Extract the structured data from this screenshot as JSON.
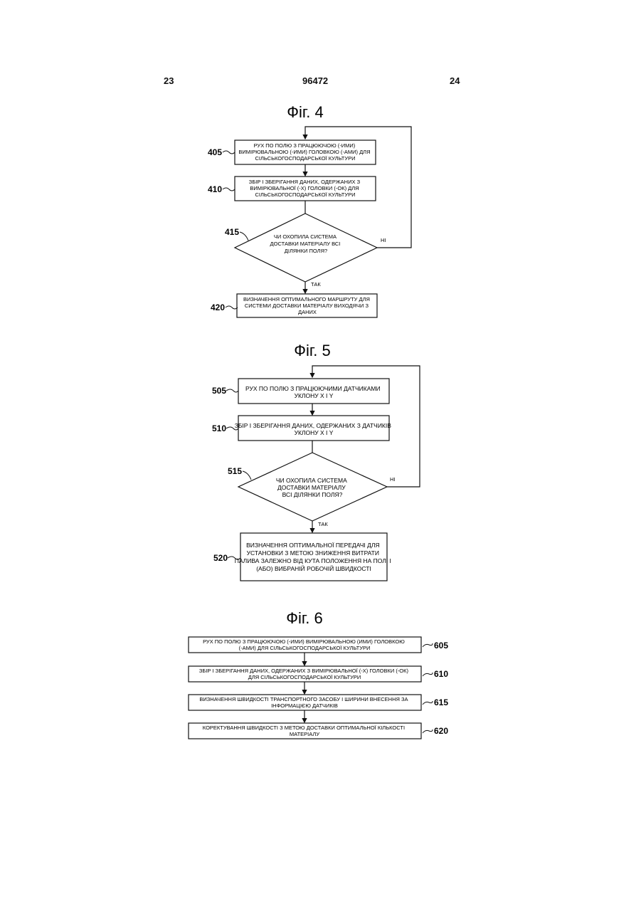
{
  "header": {
    "left_page": "23",
    "patent_number": "96472",
    "right_page": "24"
  },
  "fig4": {
    "title": "Фіг. 4",
    "steps": [
      {
        "ref": "405",
        "lines": [
          "РУХ ПО ПОЛЮ З ПРАЦЮЮЧОЮ (-ИМИ)",
          "ВИМІРЮВАЛЬНОЮ (-ИМИ) ГОЛОВКОЮ (-АМИ) ДЛЯ",
          "СІЛЬСЬКОГОСПОДАРСЬКОЇ КУЛЬТУРИ"
        ]
      },
      {
        "ref": "410",
        "lines": [
          "ЗБІР І ЗБЕРІГАННЯ ДАНИХ, ОДЕРЖАНИХ З",
          "ВИМІРЮВАЛЬНОЇ (-Х) ГОЛОВКИ (-ОК) ДЛЯ",
          "СІЛЬСЬКОГОСПОДАРСЬКОЇ КУЛЬТУРИ"
        ]
      },
      {
        "ref": "415",
        "lines": [
          "ЧИ ОХОПИЛА СИСТЕМА",
          "ДОСТАВКИ МАТЕРІАЛУ ВСІ",
          "ДІЛЯНКИ ПОЛЯ?"
        ]
      },
      {
        "ref": "420",
        "lines": [
          "ВИЗНАЧЕННЯ ОПТИМАЛЬНОГО МАРШРУТУ ДЛЯ",
          "СИСТЕМИ ДОСТАВКИ МАТЕРІАЛУ ВИХОДЯЧИ З",
          "ДАНИХ"
        ]
      }
    ],
    "no_label": "НІ",
    "yes_label": "ТАК"
  },
  "fig5": {
    "title": "Фіг. 5",
    "steps": [
      {
        "ref": "505",
        "lines": [
          "РУХ ПО ПОЛЮ З ПРАЦЮЮЧИМИ ДАТЧИКАМИ",
          "УКЛОНУ Х І Y"
        ]
      },
      {
        "ref": "510",
        "lines": [
          "ЗБІР І ЗБЕРІГАННЯ ДАНИХ, ОДЕРЖАНИХ З ДАТЧИКІВ",
          "УКЛОНУ Х І Y"
        ]
      },
      {
        "ref": "515",
        "lines": [
          "ЧИ ОХОПИЛА СИСТЕМА",
          "ДОСТАВКИ МАТЕРІАЛУ",
          "ВСІ ДІЛЯНКИ ПОЛЯ?"
        ]
      },
      {
        "ref": "520",
        "lines": [
          "ВИЗНАЧЕННЯ ОПТИМАЛЬНОЇ ПЕРЕДАЧІ ДЛЯ",
          "УСТАНОВКИ З МЕТОЮ ЗНИЖЕННЯ ВИТРАТИ",
          "ПАЛИВА ЗАЛЕЖНО ВІД КУТА ПОЛОЖЕННЯ НА ПОЛІ І",
          "(АБО) ВИБРАНІЙ РОБОЧІЙ ШВИДКОСТІ"
        ]
      }
    ],
    "no_label": "НІ",
    "yes_label": "ТАК"
  },
  "fig6": {
    "title": "Фіг. 6",
    "steps": [
      {
        "ref": "605",
        "lines": [
          "РУХ ПО ПОЛЮ З ПРАЦЮЮЧОЮ (-ИМИ) ВИМІРЮВАЛЬНОЮ (ИМИ) ГОЛОВКОЮ",
          "(-АМИ) ДЛЯ СІЛЬСЬКОГОСПОДАРСЬКОЇ КУЛЬТУРИ"
        ]
      },
      {
        "ref": "610",
        "lines": [
          "ЗБІР І ЗБЕРІГАННЯ ДАНИХ, ОДЕРЖАНИХ З ВИМІРЮВАЛЬНОЇ (-Х) ГОЛОВКИ (-ОК)",
          "ДЛЯ СІЛЬСЬКОГОСПОДАРСЬКОЇ КУЛЬТУРИ"
        ]
      },
      {
        "ref": "615",
        "lines": [
          "ВИЗНАЧЕННЯ ШВИДКОСТІ ТРАНСПОРТНОГО ЗАСОБУ І ШИРИНИ ВНЕСЕННЯ ЗА",
          "ІНФОРМАЦІЄЮ ДАТЧИКІВ"
        ]
      },
      {
        "ref": "620",
        "lines": [
          "КОРЕКТУВАННЯ ШВИДКОСТІ З МЕТОЮ ДОСТАВКИ ОПТИМАЛЬНОЇ КІЛЬКОСТІ",
          "МАТЕРІАЛУ"
        ]
      }
    ]
  }
}
